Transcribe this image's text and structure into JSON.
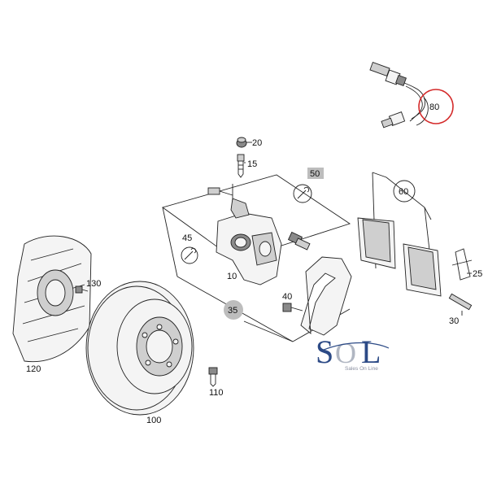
{
  "labels": {
    "p80": "80",
    "p20": "20",
    "p15": "15",
    "p50": "50",
    "p60": "60",
    "p45": "45",
    "p10": "10",
    "p130": "130",
    "p40": "40",
    "p35": "35",
    "p25": "25",
    "p30": "30",
    "p120": "120",
    "p110": "110",
    "p100": "100"
  },
  "logo": {
    "s": "S",
    "o": "O",
    "l": "L",
    "tagline": "Sales On Line"
  },
  "colors": {
    "highlight": "#d42a2a",
    "logo_blue": "#2c4a86",
    "logo_grey": "#b0b6c2",
    "label_bg": "#bdbdbd"
  }
}
